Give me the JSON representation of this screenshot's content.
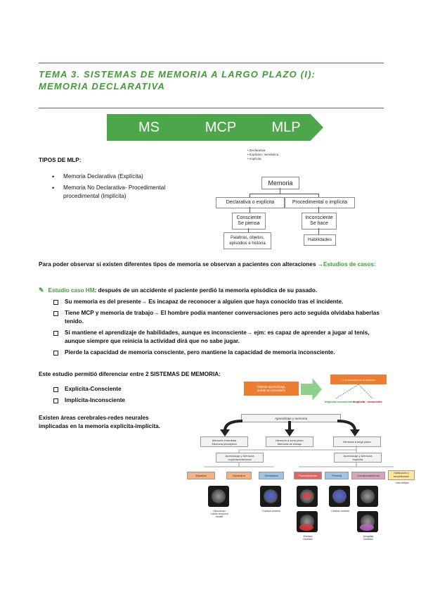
{
  "header": {
    "title_line1": "TEMA 3. SISTEMAS DE MEMORIA A LARGO PLAZO (I):",
    "title_line2": "MEMORIA DECLARATIVA"
  },
  "flow": {
    "steps": [
      "MS",
      "MCP",
      "MLP"
    ],
    "notes": [
      "• Declarativa",
      "• Explícita / semántica",
      "• Implícita"
    ]
  },
  "tipos": {
    "heading": "TIPOS DE MLP:",
    "items": [
      "Memoria Declarativa (Explícita)",
      "Memoria No Declarativa- Procedimental",
      "procedimental (Implícita)"
    ]
  },
  "tree": {
    "root": "Memoria",
    "left": "Declarativa o explícita",
    "right": "Procedimental o implícita",
    "left_child": "Consciente\nSe piensa",
    "right_child": "Inconsciente\nSe hace",
    "left_leaf": "Palabras, objetos,\nepisodios e historia",
    "right_leaf": "Habilidades"
  },
  "intro": {
    "text": "Para poder observar si existen diferentes tipos de memoria se observan a pacientes con alteraciones →",
    "link": "Estudios de casos",
    "colon": ":"
  },
  "case": {
    "label": "Estudio caso HM",
    "text": ": después de un accidente el paciente perdió la memoria episódica de su pasado.",
    "points": [
      "Su memoria es del presente→ Es incapaz de reconocer a alguien que haya conocido tras el incidente.",
      "Tiene MCP y memoria de trabajo→ El hombre podía mantener conversaciones pero acto seguida olvidaba haberlas tenido.",
      "Sí mantiene el aprendizaje de habilidades, aunque es inconsciente→ ejm: es capaz de aprender a jugar al tenis, aunque siempre que reinicia la actividad dirá que no sabe jugar.",
      "Pierde la capacidad de memoria consciente, pero mantiene la capacidad de memoria inconsciente."
    ]
  },
  "systems": {
    "text": "Este estudio permitió diferenciar entre 2 SISTEMAS DE MEMORIA:",
    "items": [
      "Explícita-Consciente",
      "Implícita-Inconsciente"
    ]
  },
  "areas": {
    "text": "Existen áreas cerebrales-redes neurales implicadas en la memoria explícita-implícita."
  },
  "mini_diagram": {
    "left_box": "Distinta aprendizaje,\npuede no recordarlo",
    "right_box": "• La memoria en el sistema",
    "label_left": "Implícita inconsciente",
    "label_right": "Implícita · consciente"
  },
  "figure": {
    "top": "Aprendizaje y memoria",
    "mid": [
      "Memoria inmediata\nMemoria perceptiva",
      "Memoria a corto plazo\nMemoria de trabajo",
      "Memoria a largo plazo"
    ],
    "lvl2": [
      "Aprendizaje y Memoria\nexplícita/relacional",
      "Aprendizaje y Memoria\nimplícita"
    ],
    "lvl3": [
      "Espacial",
      "Episódica",
      "Semántica",
      "Procedimental",
      "Priming",
      "Condicionamiento",
      "Habituación y\nsensibilización"
    ],
    "captions": [
      "Hipocampo\nLóbulo temporal\nmedial",
      "Corteza cerebral",
      "Estriado\nCerebelo",
      "Corteza cerebral",
      "Amígdala\nCerebelo",
      "Vías reflejas"
    ],
    "colors": {
      "espacial": "#f4b183",
      "episodica": "#f4b183",
      "semantica": "#9dc3e6",
      "procedimental": "#e06666",
      "priming": "#9dc3e6",
      "condicionamiento": "#d5a6bd",
      "habituacion": "#ffe699"
    }
  }
}
